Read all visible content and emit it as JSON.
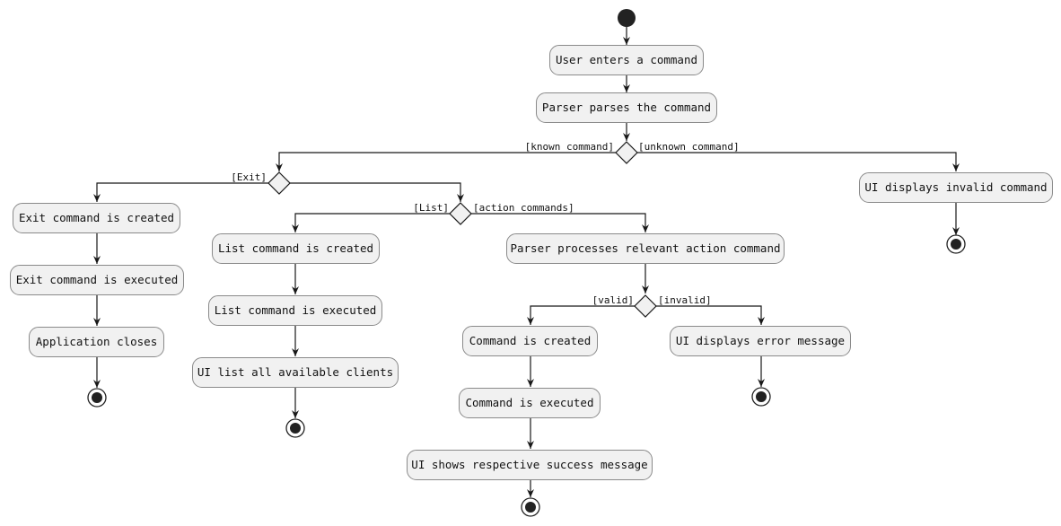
{
  "activities": {
    "user_enters": "User enters a command",
    "parser_parses": "Parser parses the command",
    "ui_invalid": "UI displays invalid command",
    "exit_created": "Exit command is created",
    "exit_executed": "Exit command is executed",
    "app_closes": "Application closes",
    "list_created": "List command is created",
    "list_executed": "List command is executed",
    "ui_list_clients": "UI list all available clients",
    "parser_processes": "Parser processes relevant action command",
    "command_created": "Command is created",
    "command_executed": "Command is executed",
    "ui_success": "UI shows respective success message",
    "ui_error": "UI displays error message"
  },
  "guards": {
    "known": "[known command]",
    "unknown": "[unknown command]",
    "exit": "[Exit]",
    "list": "[List]",
    "action": "[action commands]",
    "valid": "[valid]",
    "invalid": "[invalid]"
  },
  "colors": {
    "node_fill": "#f1f1f1",
    "node_border": "#8a8a8a",
    "line": "#181818",
    "terminal": "#222222"
  }
}
